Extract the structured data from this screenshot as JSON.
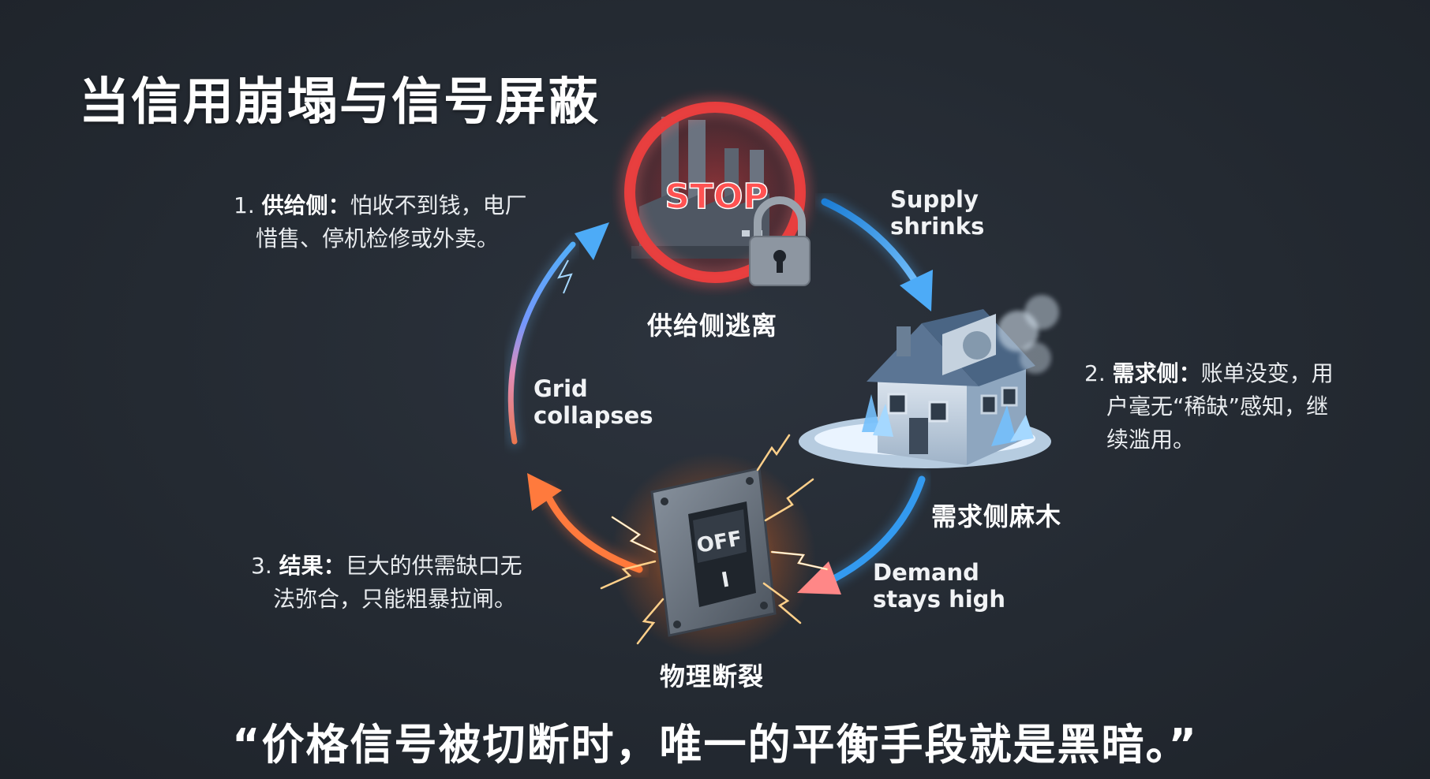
{
  "title": "当信用崩塌与信号屏蔽",
  "notes": {
    "supply": {
      "num": "1.",
      "head": "供给侧：",
      "line1": "怕收不到钱，电厂",
      "line2": "惜售、停机检修或外卖。"
    },
    "demand": {
      "num": "2.",
      "head": "需求侧：",
      "line1": "账单没变，用",
      "line2": "户毫无“稀缺”感知，继",
      "line3": "续滥用。"
    },
    "result": {
      "num": "3.",
      "head": "结果：",
      "line1": "巨大的供需缺口无",
      "line2": "法弥合，只能粗暴拉闸。"
    }
  },
  "flows": {
    "supply_shrinks": [
      "Supply",
      "shrinks"
    ],
    "grid_collapses": [
      "Grid",
      "collapses"
    ],
    "demand_high": [
      "Demand",
      "stays high"
    ]
  },
  "nodes": {
    "supply_flight": "供给侧逃离",
    "demand_numb": "需求侧麻木",
    "physical_break": "物理断裂"
  },
  "icons": {
    "stop_sign_text": "STOP",
    "switch_off_text": "OFF",
    "switch_on_text": "I"
  },
  "quote": "“价格信号被切断时，唯一的平衡手段就是黑暗。”",
  "colors": {
    "stop_red": "#e03131",
    "arrow_blue": "#4dabf7",
    "arrow_orange": "#ff6b35",
    "ice": "#a5d8ff"
  }
}
